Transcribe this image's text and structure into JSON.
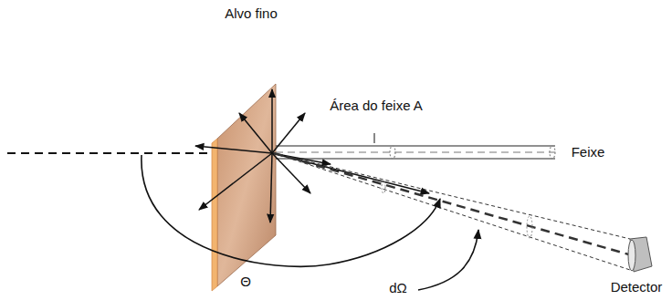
{
  "diagram": {
    "labels": [
      "Alvo fino",
      "Área do feixe A",
      "Feixe",
      "Θ",
      "dΩ",
      "Detector"
    ]
  }
}
